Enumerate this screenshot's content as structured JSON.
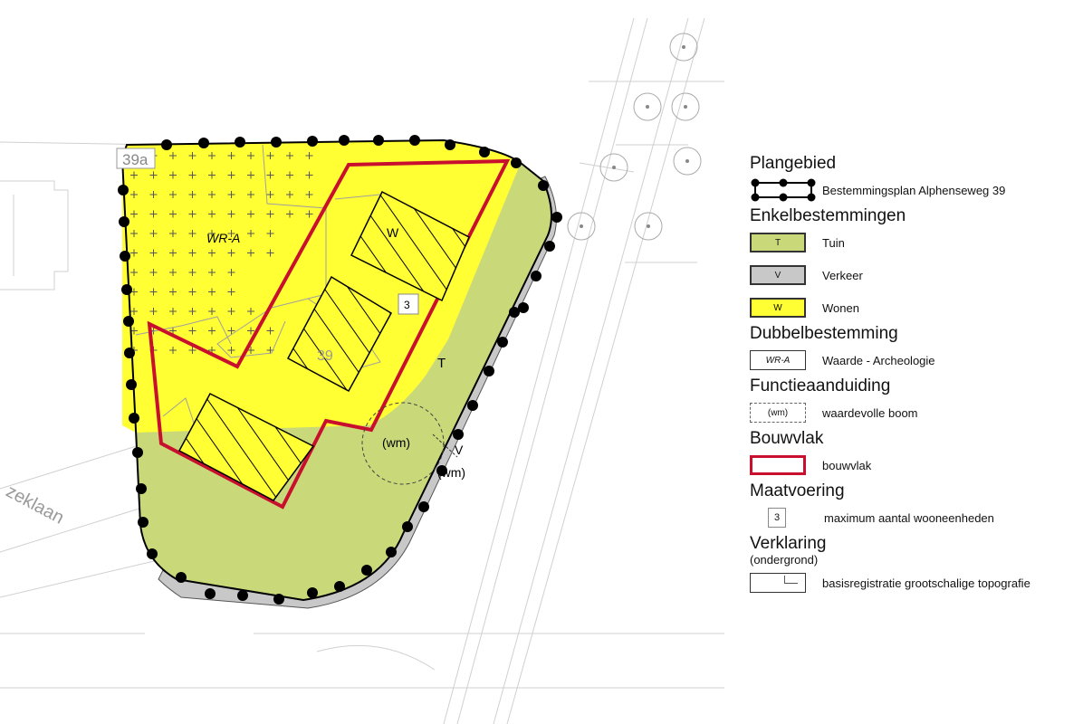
{
  "map": {
    "labels": {
      "address_39a": "39a",
      "address_39": "39",
      "street": "zeklaan",
      "wr_a": "WR-A",
      "w": "W",
      "t": "T",
      "v": "V",
      "wm_1": "(wm)",
      "wm_2": "(wm)",
      "units": "3"
    },
    "colors": {
      "wonen": "#ffff33",
      "tuin": "#c9d97a",
      "verkeer": "#c8c8c8",
      "bouwvlak": "#c8102e",
      "boundary": "#000000"
    }
  },
  "legend": {
    "plangebied": {
      "heading": "Plangebied",
      "item": "Bestemmingsplan Alphenseweg 39"
    },
    "enkel": {
      "heading": "Enkelbestemmingen",
      "items": [
        {
          "code": "T",
          "label": "Tuin"
        },
        {
          "code": "V",
          "label": "Verkeer"
        },
        {
          "code": "W",
          "label": "Wonen"
        }
      ]
    },
    "dubbel": {
      "heading": "Dubbelbestemming",
      "code": "WR-A",
      "label": "Waarde - Archeologie"
    },
    "functie": {
      "heading": "Functieaanduiding",
      "code": "(wm)",
      "label": "waardevolle boom"
    },
    "bouwvlak": {
      "heading": "Bouwvlak",
      "label": "bouwvlak"
    },
    "maat": {
      "heading": "Maatvoering",
      "code": "3",
      "label": "maximum aantal wooneenheden"
    },
    "verklaring": {
      "heading": "Verklaring",
      "sub": "(ondergrond)",
      "label": "basisregistratie grootschalige topografie"
    }
  }
}
